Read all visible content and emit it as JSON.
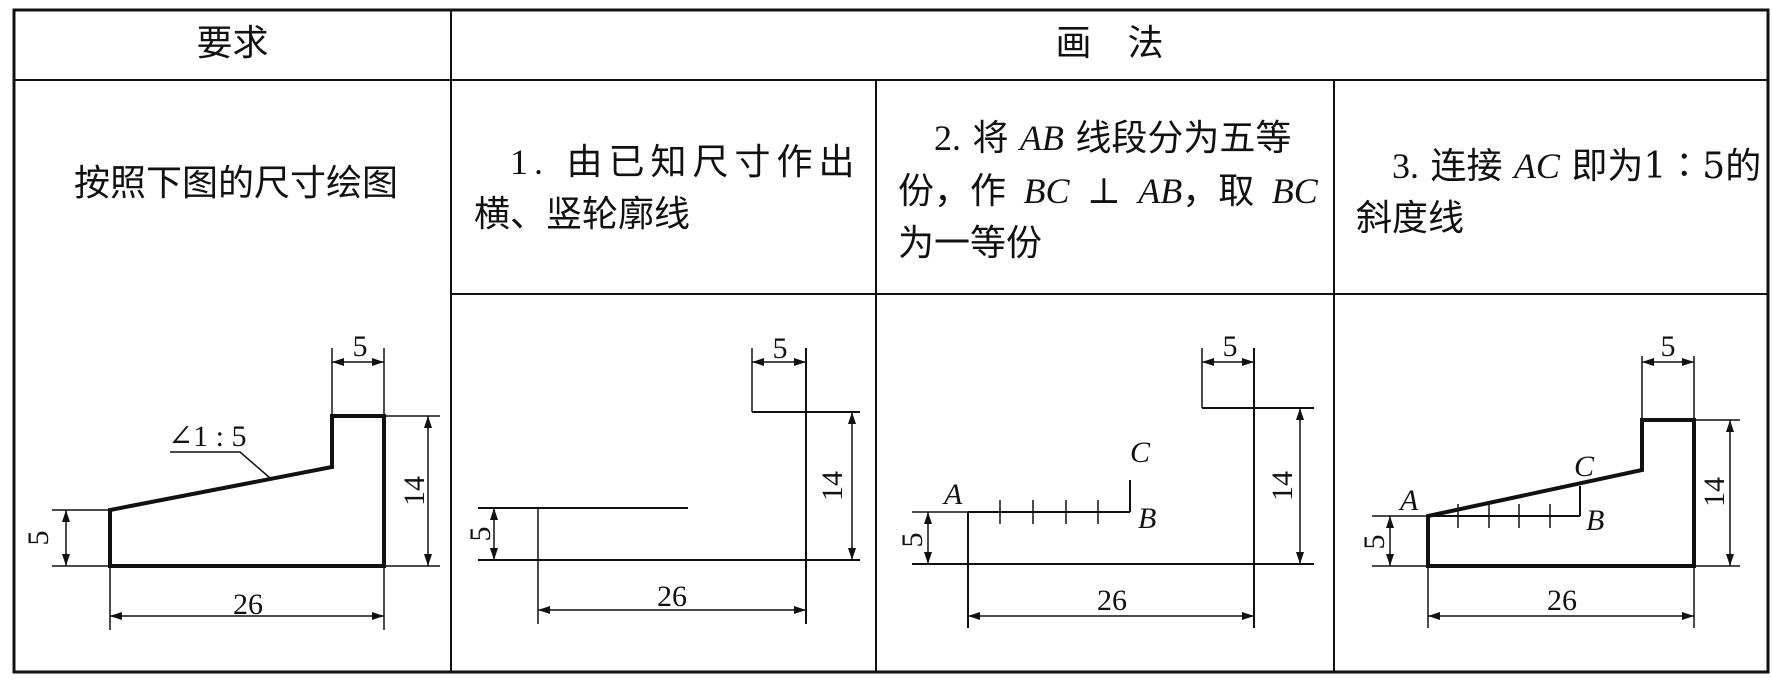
{
  "header": {
    "col1": "要求",
    "col2": "画　法"
  },
  "requirement": {
    "text": "按照下图的尺寸绘图"
  },
  "steps": [
    {
      "num": "1.",
      "line1": "由已知尺寸作出",
      "line2": "横、竖轮廓线"
    },
    {
      "num": "2.",
      "p1": "将",
      "ab": "AB",
      "p2": "线段分为五等",
      "p3": "份，作",
      "bc": "BC",
      "perp": "⊥",
      "ab2": "AB",
      "p4": "，取",
      "bc2": "BC",
      "line3": "为一等份"
    },
    {
      "num": "3.",
      "p1": "连接",
      "ac": "AC",
      "p2": "即为1∶5的",
      "line2": "斜度线"
    }
  ],
  "dims": {
    "top": "5",
    "height": "14",
    "left": "5",
    "width": "26",
    "slope": "∠1 : 5"
  },
  "points": {
    "a": "A",
    "b": "B",
    "c": "C"
  }
}
